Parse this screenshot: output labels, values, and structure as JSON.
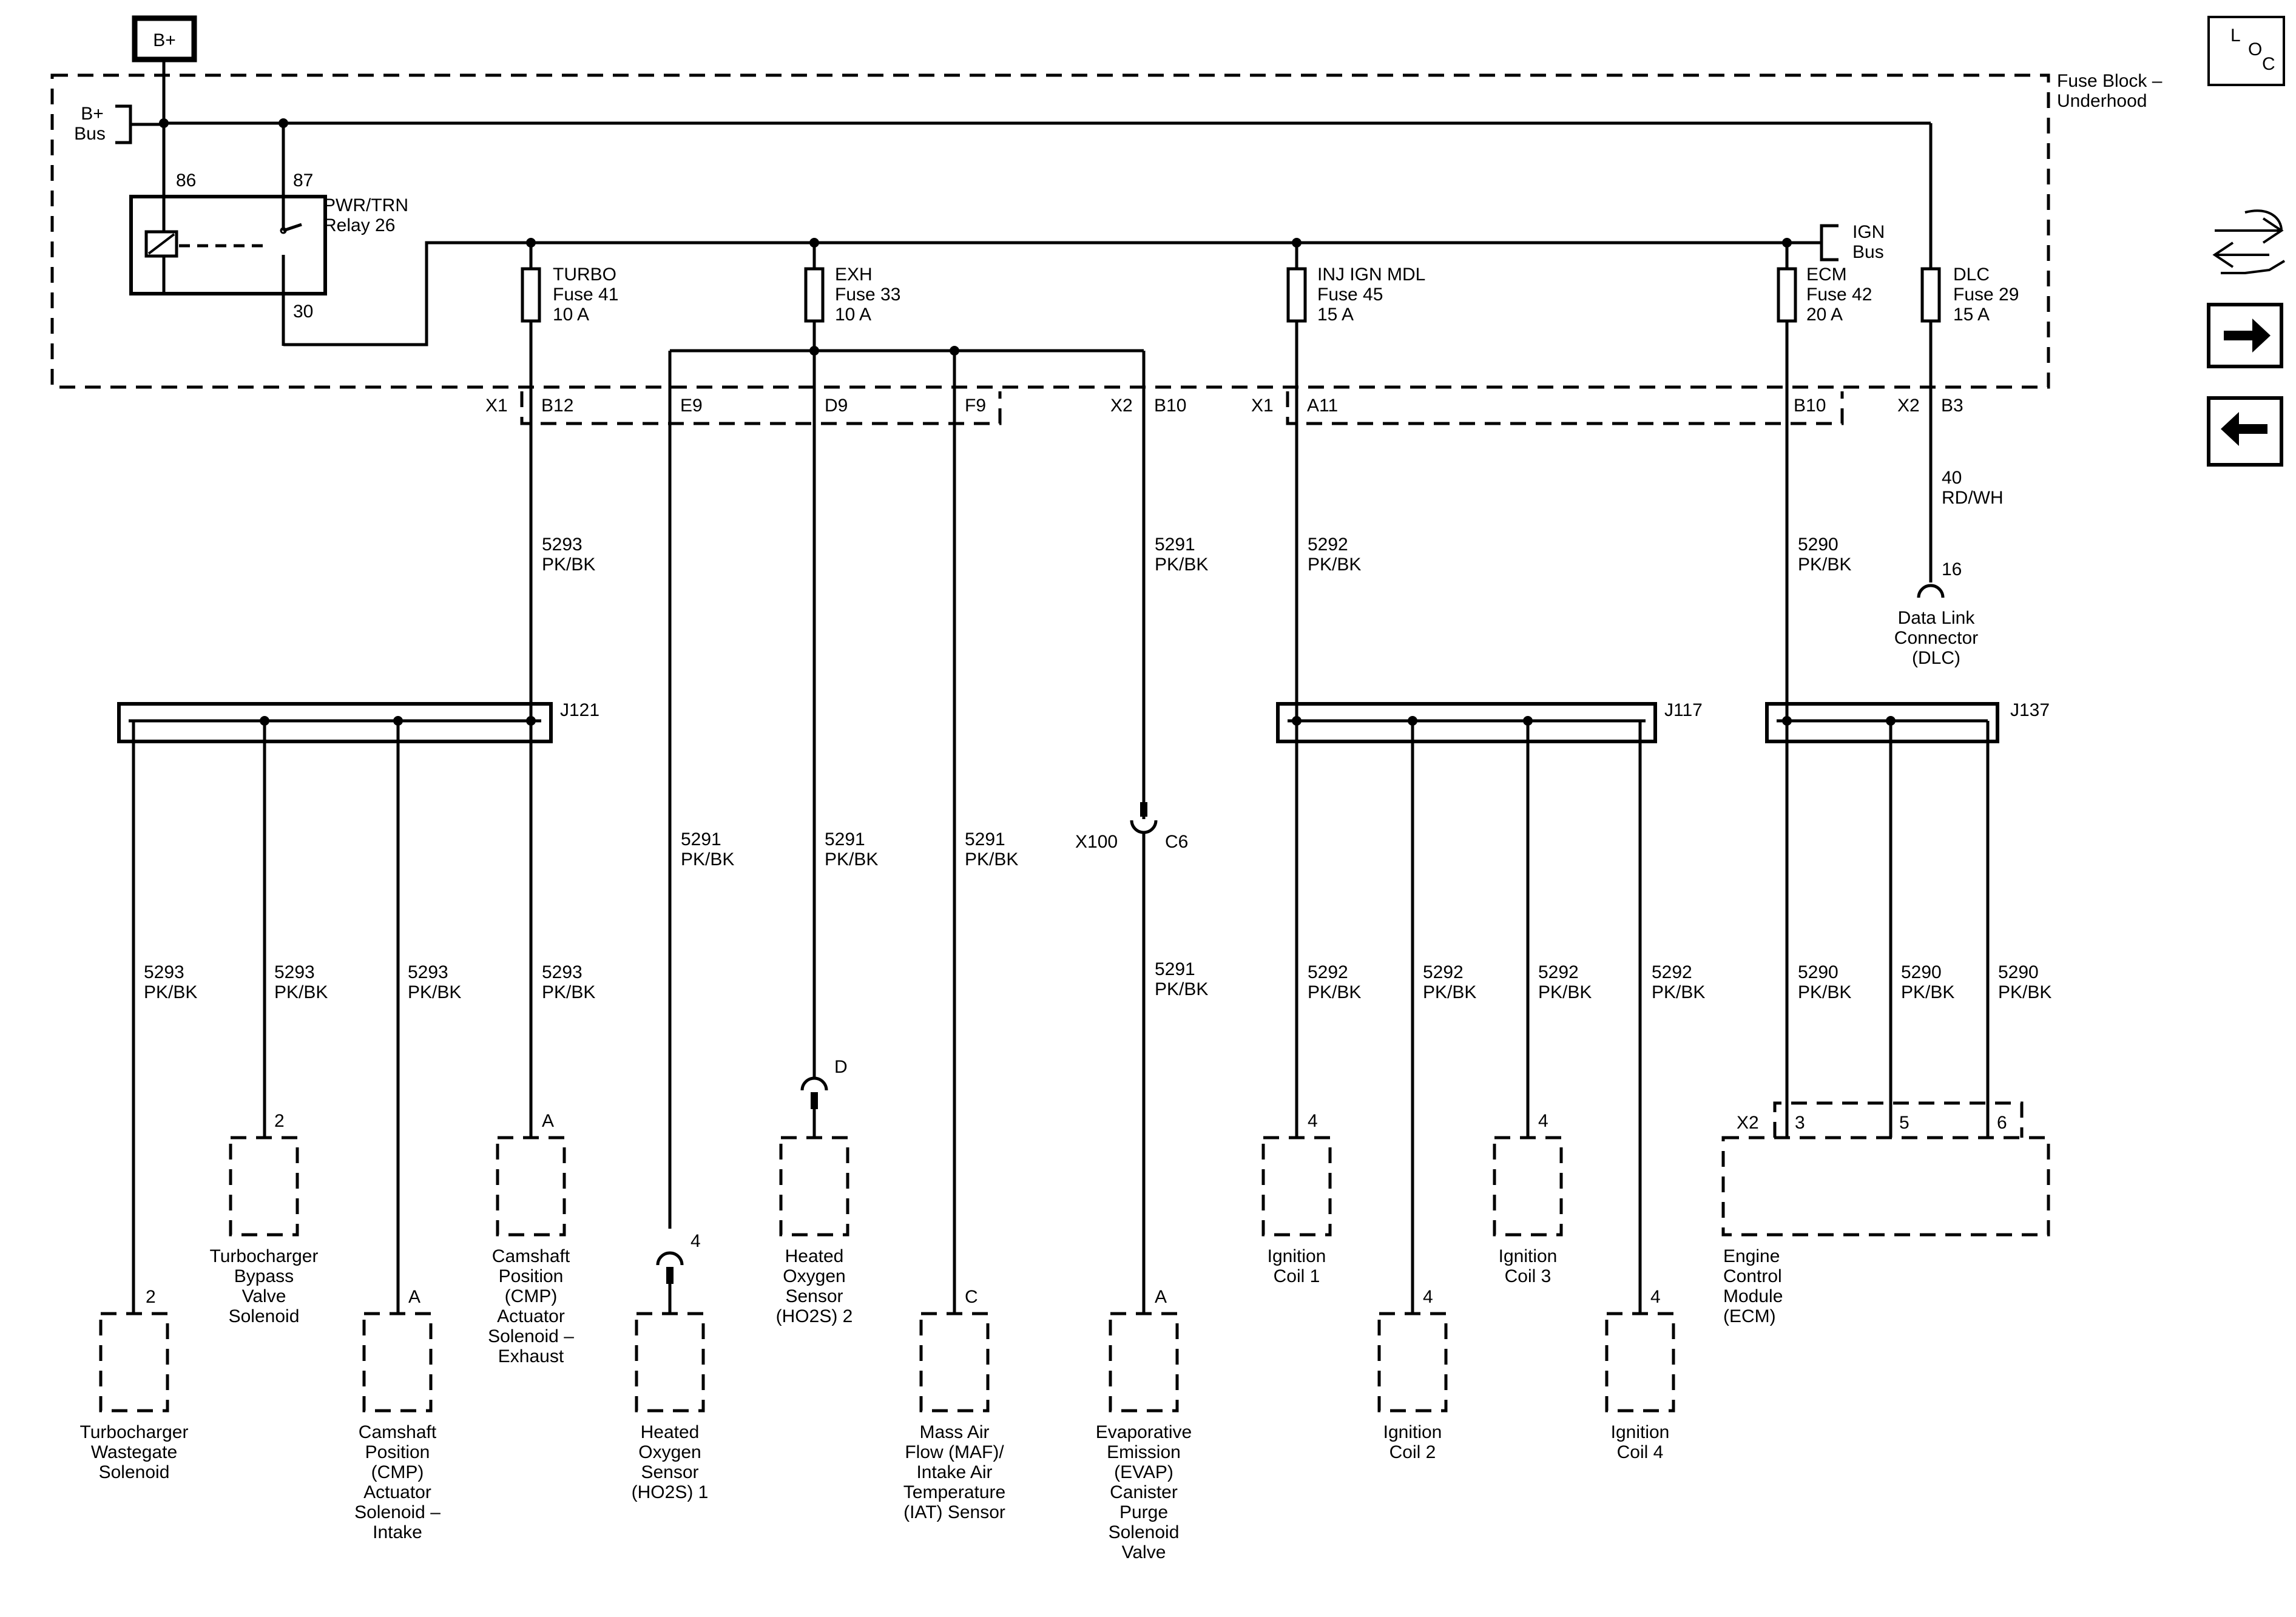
{
  "header": {
    "bplus_badge": "B+",
    "loc_letters": [
      "L",
      "O",
      "C"
    ]
  },
  "nav": {
    "icons": [
      "wrench-arrows-icon",
      "arrow-right-icon",
      "arrow-left-icon"
    ]
  },
  "fuse_block": {
    "title_line1": "Fuse Block –",
    "title_line2": "Underhood",
    "bplus_bus_line1": "B+",
    "bplus_bus_line2": "Bus",
    "ign_bus_line1": "IGN",
    "ign_bus_line2": "Bus",
    "relay": {
      "pin86": "86",
      "pin87": "87",
      "pin30": "30",
      "name_line1": "PWR/TRN",
      "name_line2": "Relay 26"
    },
    "fuses": [
      {
        "id": "turbo",
        "l1": "TURBO",
        "l2": "Fuse 41",
        "l3": "10 A"
      },
      {
        "id": "exh",
        "l1": "EXH",
        "l2": "Fuse 33",
        "l3": "10 A"
      },
      {
        "id": "injign",
        "l1": "INJ IGN MDL",
        "l2": "Fuse 45",
        "l3": "15 A"
      },
      {
        "id": "ecm",
        "l1": "ECM",
        "l2": "Fuse 42",
        "l3": "20 A"
      },
      {
        "id": "dlc",
        "l1": "DLC",
        "l2": "Fuse 29",
        "l3": "15 A"
      }
    ]
  },
  "connectors": {
    "x1_left": "X1",
    "b12": "B12",
    "e9": "E9",
    "d9": "D9",
    "f9": "F9",
    "x2_mid": "X2",
    "b10_left": "B10",
    "x1_right": "X1",
    "a11": "A11",
    "b10_right": "B10",
    "x2_right": "X2",
    "b3": "B3"
  },
  "wires": {
    "w5293_l1": "5293",
    "w5293_l2": "PK/BK",
    "w5291_l1": "5291",
    "w5291_l2": "PK/BK",
    "w5292_l1": "5292",
    "w5292_l2": "PK/BK",
    "w5290_l1": "5290",
    "w5290_l2": "PK/BK",
    "w40_l1": "40",
    "w40_l2": "RD/WH"
  },
  "splices": {
    "j121": "J121",
    "j117": "J117",
    "j137": "J137",
    "x100": "X100",
    "c6": "C6"
  },
  "dlc": {
    "pin": "16",
    "line1": "Data Link",
    "line2": "Connector",
    "line3": "(DLC)"
  },
  "pins": {
    "wastegate": "2",
    "bypass": "2",
    "cmp_intake": "A",
    "cmp_exhaust": "A",
    "ho2s1": "4",
    "ho2s2": "D",
    "maf": "C",
    "evap": "A",
    "coil1": "4",
    "coil2": "4",
    "coil3": "4",
    "coil4": "4",
    "ecm_x2": "X2",
    "ecm_3": "3",
    "ecm_5": "5",
    "ecm_6": "6"
  },
  "components": {
    "wastegate": [
      "Turbocharger",
      "Wastegate",
      "Solenoid"
    ],
    "bypass": [
      "Turbocharger",
      "Bypass",
      "Valve",
      "Solenoid"
    ],
    "cmp_intake": [
      "Camshaft",
      "Position",
      "(CMP)",
      "Actuator",
      "Solenoid –",
      "Intake"
    ],
    "cmp_exhaust": [
      "Camshaft",
      "Position",
      "(CMP)",
      "Actuator",
      "Solenoid –",
      "Exhaust"
    ],
    "ho2s1": [
      "Heated",
      "Oxygen",
      "Sensor",
      "(HO2S) 1"
    ],
    "ho2s2": [
      "Heated",
      "Oxygen",
      "Sensor",
      "(HO2S) 2"
    ],
    "maf": [
      "Mass Air",
      "Flow (MAF)/",
      "Intake Air",
      "Temperature",
      "(IAT) Sensor"
    ],
    "evap": [
      "Evaporative",
      "Emission",
      "(EVAP)",
      "Canister",
      "Purge",
      "Solenoid",
      "Valve"
    ],
    "coil1": [
      "Ignition",
      "Coil 1"
    ],
    "coil2": [
      "Ignition",
      "Coil 2"
    ],
    "coil3": [
      "Ignition",
      "Coil 3"
    ],
    "coil4": [
      "Ignition",
      "Coil 4"
    ],
    "ecm": [
      "Engine",
      "Control",
      "Module",
      "(ECM)"
    ]
  }
}
